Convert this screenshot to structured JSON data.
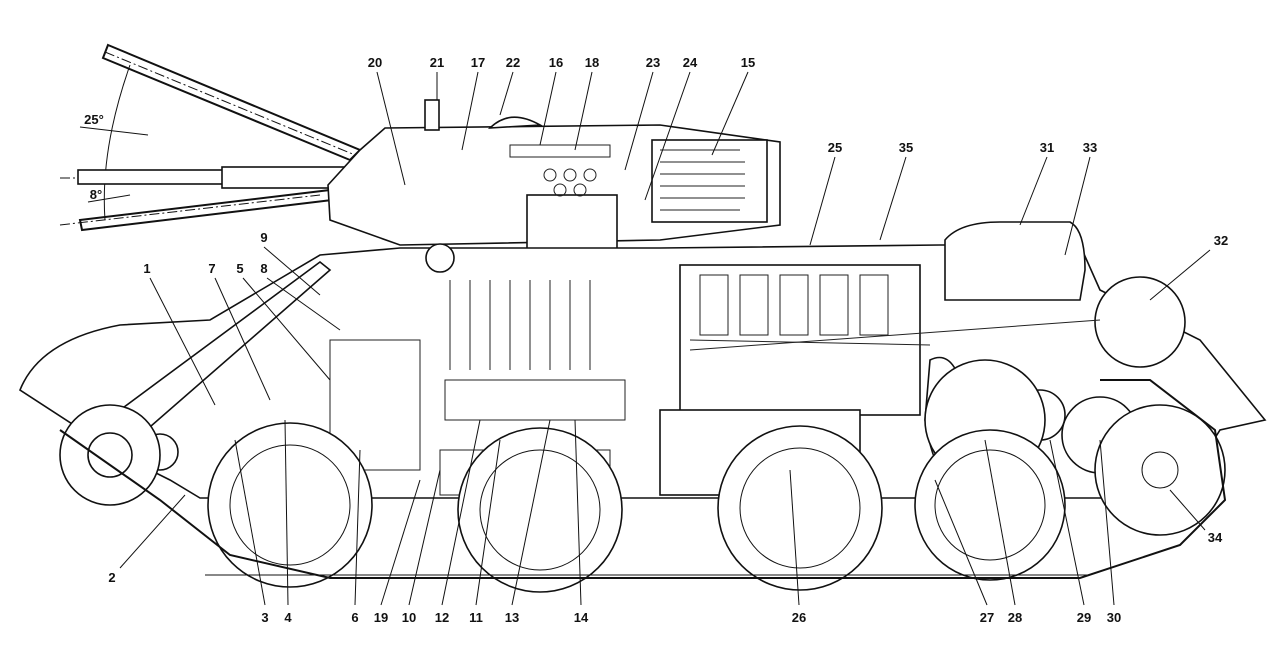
{
  "title": "Tank cutaway diagram with numbered components",
  "angles": {
    "elevation": "25°",
    "depression": "8°"
  },
  "labels": [
    "1",
    "2",
    "3",
    "4",
    "5",
    "6",
    "7",
    "8",
    "9",
    "10",
    "11",
    "12",
    "13",
    "14",
    "15",
    "16",
    "17",
    "18",
    "19",
    "20",
    "21",
    "22",
    "23",
    "24",
    "25",
    "26",
    "27",
    "28",
    "29",
    "30",
    "31",
    "32",
    "33",
    "34",
    "35"
  ]
}
